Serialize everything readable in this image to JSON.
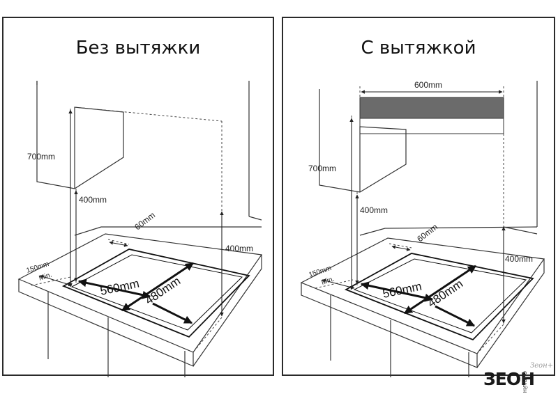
{
  "left_panel": {
    "title": "Без вытяжки",
    "dim_cabinet_height": "700mm",
    "dim_cabinet_clearance": "400mm",
    "dim_side_wall": "400mm",
    "dim_back_gap": "60mm",
    "dim_front_min": "150mm",
    "dim_front_min_note": "Min.",
    "dim_cutout_width": "560mm",
    "dim_cutout_depth": "480mm"
  },
  "right_panel": {
    "title": "С вытяжкой",
    "dim_hood_width": "600mm",
    "dim_cabinet_height": "700mm",
    "dim_cabinet_clearance": "400mm",
    "dim_side_wall": "400mm",
    "dim_back_gap": "60mm",
    "dim_front_min": "150mm",
    "dim_front_min_note": "Min.",
    "dim_cutout_width": "560mm",
    "dim_cutout_depth": "480mm"
  },
  "watermark": {
    "logo": "ЗЕОН",
    "side_text": "ОНЛАЙН",
    "tag": "Зеон+"
  }
}
